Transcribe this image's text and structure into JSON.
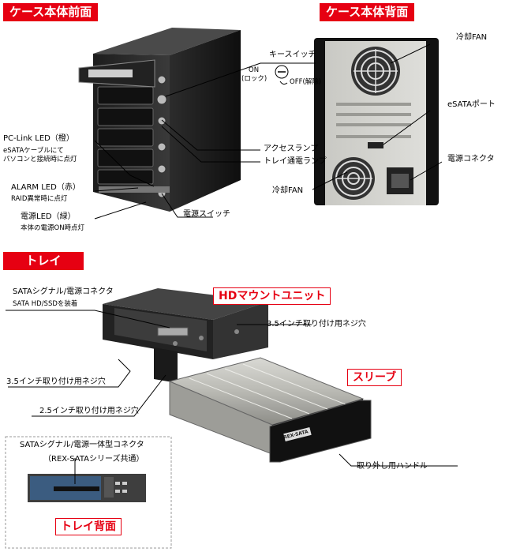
{
  "headers": {
    "front": "ケース本体前面",
    "back": "ケース本体背面",
    "tray": "トレイ",
    "tray_back": "トレイ背面"
  },
  "front_labels": {
    "key_switch": "キースイッチ",
    "key_on": "ON",
    "key_lock": "(ロック)",
    "key_off": "OFF(解除)",
    "pclink_led": "PC-Link LED（橙）",
    "pclink_desc1": "eSATAケーブルにて",
    "pclink_desc2": "パソコンと接続時に点灯",
    "access_lamp": "アクセスランプ",
    "tray_power_lamp": "トレイ通電ランプ",
    "alarm_led": "ALARM LED（赤）",
    "alarm_desc": "RAID異常時に点灯",
    "power_led": "電源LED（緑）",
    "power_led_desc": "本体の電源ON時点灯",
    "power_switch": "電源スイッチ"
  },
  "back_labels": {
    "cooling_fan_top": "冷却FAN",
    "esata_port": "eSATAポート",
    "power_connector": "電源コネクタ",
    "cooling_fan_bottom": "冷却FAN"
  },
  "tray_labels": {
    "sata_signal": "SATAシグナル/電源コネクタ",
    "sata_mount": "SATA HD/SSDを装着",
    "hd_mount_unit": "HDマウントユニット",
    "screw_35_right": "3.5インチ取り付け用ネジ穴",
    "screw_35_left": "3.5インチ取り付け用ネジ穴",
    "screw_25": "2.5インチ取り付け用ネジ穴",
    "sleeve": "スリーブ",
    "handle": "取り外し用ハンドル",
    "sleeve_logo": "REX-SATA",
    "integrated_connector": "SATAシグナル/電源一体型コネクタ",
    "rex_compat": "（REX-SATAシリーズ共通）"
  }
}
